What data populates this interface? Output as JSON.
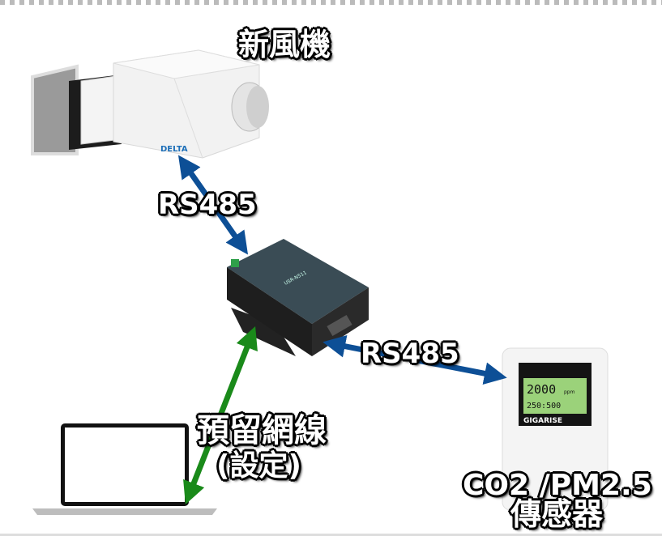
{
  "labels": {
    "fresh_air_unit": "新風機",
    "rs485_top": "RS485",
    "rs485_right": "RS485",
    "reserved_cable": "預留網線",
    "setup": "(設定)",
    "sensor_line1": "CO2 /PM2.5",
    "sensor_line2": "傳感器"
  },
  "devices": {
    "fan_brand": "DELTA",
    "gateway_model": "USR-N511",
    "sensor_co2": "2000",
    "sensor_co2_unit": "ppm",
    "sensor_pm": "250:500",
    "sensor_brand": "GIGARISE"
  },
  "colors": {
    "blue_arrow": "#0d4f96",
    "green_arrow": "#1a8a1a"
  }
}
